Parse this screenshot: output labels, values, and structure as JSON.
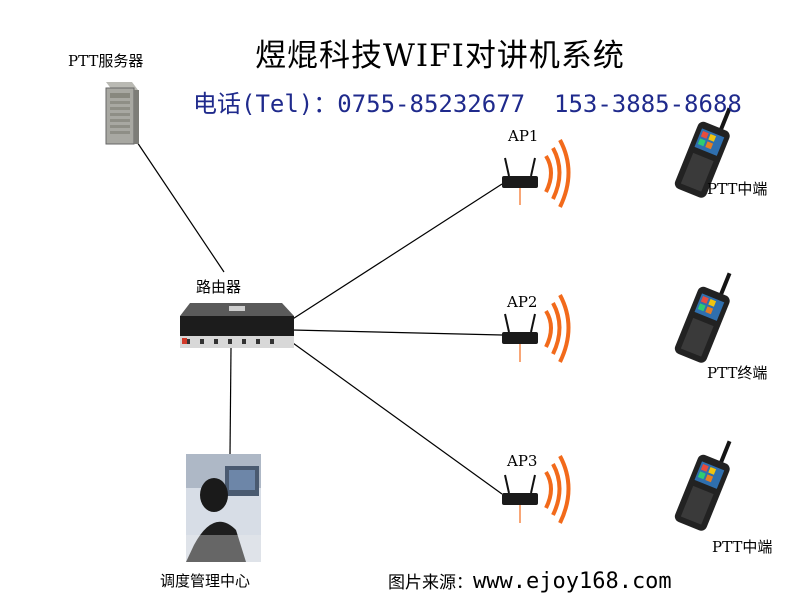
{
  "title": "煜焜科技WIFI对讲机系统",
  "contact": {
    "label": "电话(Tel)：",
    "phone1": "0755-85232677",
    "phone2": "153-3885-8688"
  },
  "nodes": {
    "server": "PTT服务器",
    "router": "路由器",
    "dispatch": "调度管理中心",
    "ap1": "AP1",
    "ap2": "AP2",
    "ap3": "AP3",
    "terminal1": "PTT中端",
    "terminal2": "PTT终端",
    "terminal3": "PTT中端"
  },
  "source": {
    "label": "图片来源：",
    "url": "www.ejoy168.com"
  },
  "colors": {
    "phone_text": "#1f2a8c",
    "wifi_wave": "#f26a1b",
    "device_dark": "#222222"
  }
}
